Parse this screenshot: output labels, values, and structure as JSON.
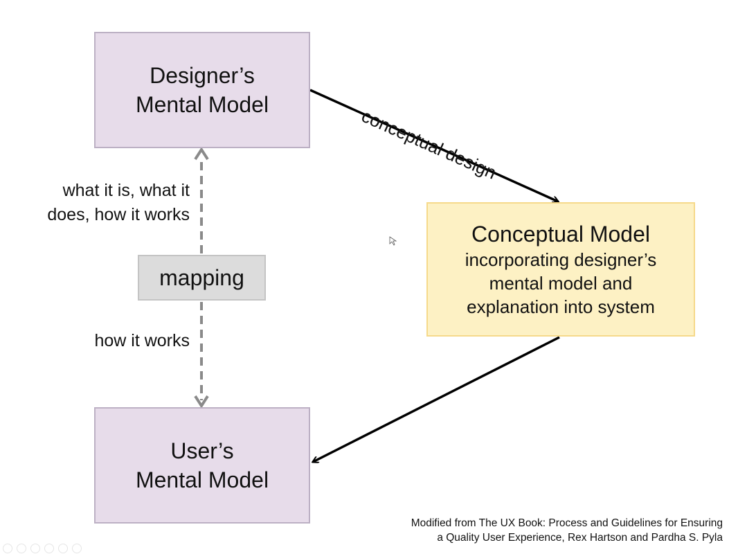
{
  "designer_box": {
    "line1": "Designer’s",
    "line2": "Mental Model",
    "fill": "#e7dcea"
  },
  "user_box": {
    "line1": "User’s",
    "line2": "Mental Model",
    "fill": "#e7dcea"
  },
  "conceptual_box": {
    "title": "Conceptual Model",
    "line1": "incorporating designer’s",
    "line2": "mental model and",
    "line3": "explanation into system",
    "fill": "#fdf1c4"
  },
  "mapping_box": {
    "label": "mapping"
  },
  "arrow_labels": {
    "conceptual_design": "conceptual design",
    "up_line1": "what it is, what it",
    "up_line2": "does, how it works",
    "down": "how it works"
  },
  "citation": {
    "line1": "Modified from The UX Book: Process and Guidelines for Ensuring",
    "line2": "a Quality User Experience, Rex Hartson and Pardha S. Pyla"
  }
}
